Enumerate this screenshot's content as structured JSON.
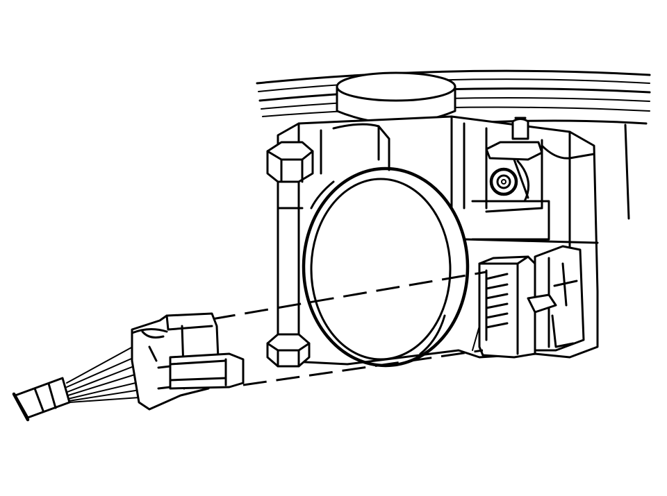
{
  "illustration": {
    "style": "black line drawing on white",
    "colors": {
      "line": "#000000",
      "background": "#ffffff"
    },
    "parts": [
      "upper-housing-lines",
      "round-cap",
      "throttle-body",
      "throttle-bore",
      "mounting-bolt",
      "sensor",
      "body-connector-socket",
      "wire-harness",
      "harness-connector",
      "alignment-lines"
    ]
  }
}
